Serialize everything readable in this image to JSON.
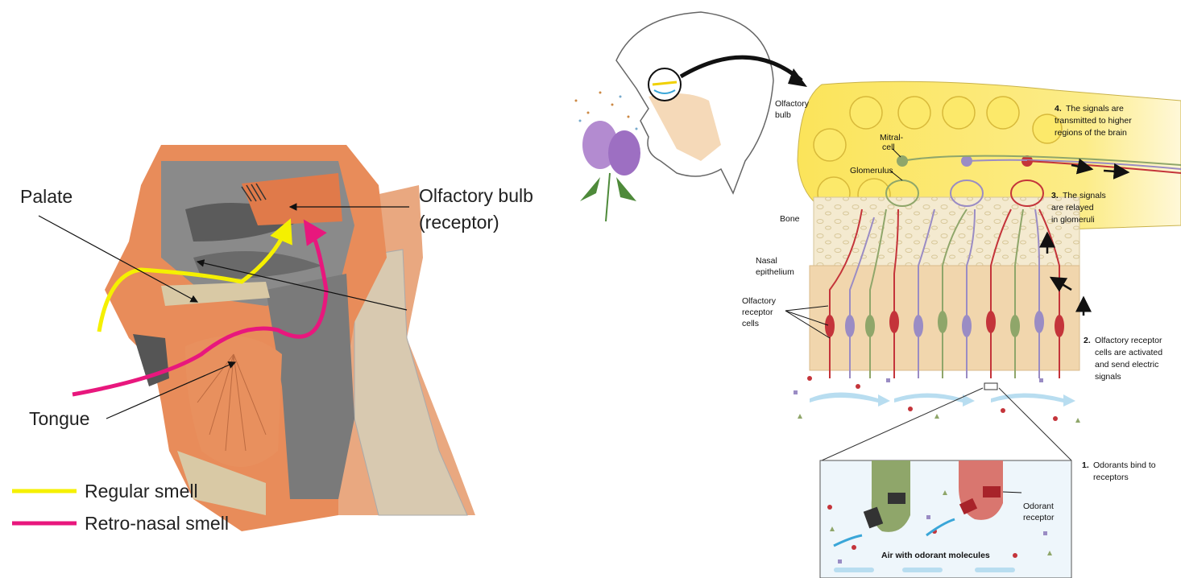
{
  "left_figure": {
    "labels": {
      "palate": "Palate",
      "olfactory_bulb_line1": "Olfactory bulb",
      "olfactory_bulb_line2": "(receptor)",
      "tongue": "Tongue"
    },
    "legend": [
      {
        "label": "Regular smell",
        "color": "#f5f000"
      },
      {
        "label": "Retro-nasal smell",
        "color": "#e8177d"
      }
    ]
  },
  "right_figure": {
    "labels": {
      "olfactory_bulb_1": "Olfactory",
      "olfactory_bulb_2": "bulb",
      "mitral_1": "Mitral-",
      "mitral_2": "cell",
      "glomerulus": "Glomerulus",
      "bone": "Bone",
      "nasal_1": "Nasal",
      "nasal_2": "epithelium",
      "receptor_cells_1": "Olfactory",
      "receptor_cells_2": "receptor",
      "receptor_cells_3": "cells",
      "odorant_receptor_1": "Odorant",
      "odorant_receptor_2": "receptor",
      "air": "Air with odorant molecules"
    },
    "steps": [
      {
        "num": "4.",
        "lines": [
          "The signals are",
          "transmitted to higher",
          "regions of the brain"
        ]
      },
      {
        "num": "3.",
        "lines": [
          "The signals",
          "are relayed",
          "in glomeruli"
        ]
      },
      {
        "num": "2.",
        "lines": [
          "Olfactory receptor",
          "cells are activated",
          "and send electric",
          "signals"
        ]
      },
      {
        "num": "1.",
        "lines": [
          "Odorants bind to",
          "receptors"
        ]
      }
    ],
    "colors": {
      "bulb": "#fbe45a",
      "green_cell": "#8fa66a",
      "purple_cell": "#9a8cc4",
      "red_cell": "#c4343a",
      "bone": "#f4ead0"
    }
  }
}
